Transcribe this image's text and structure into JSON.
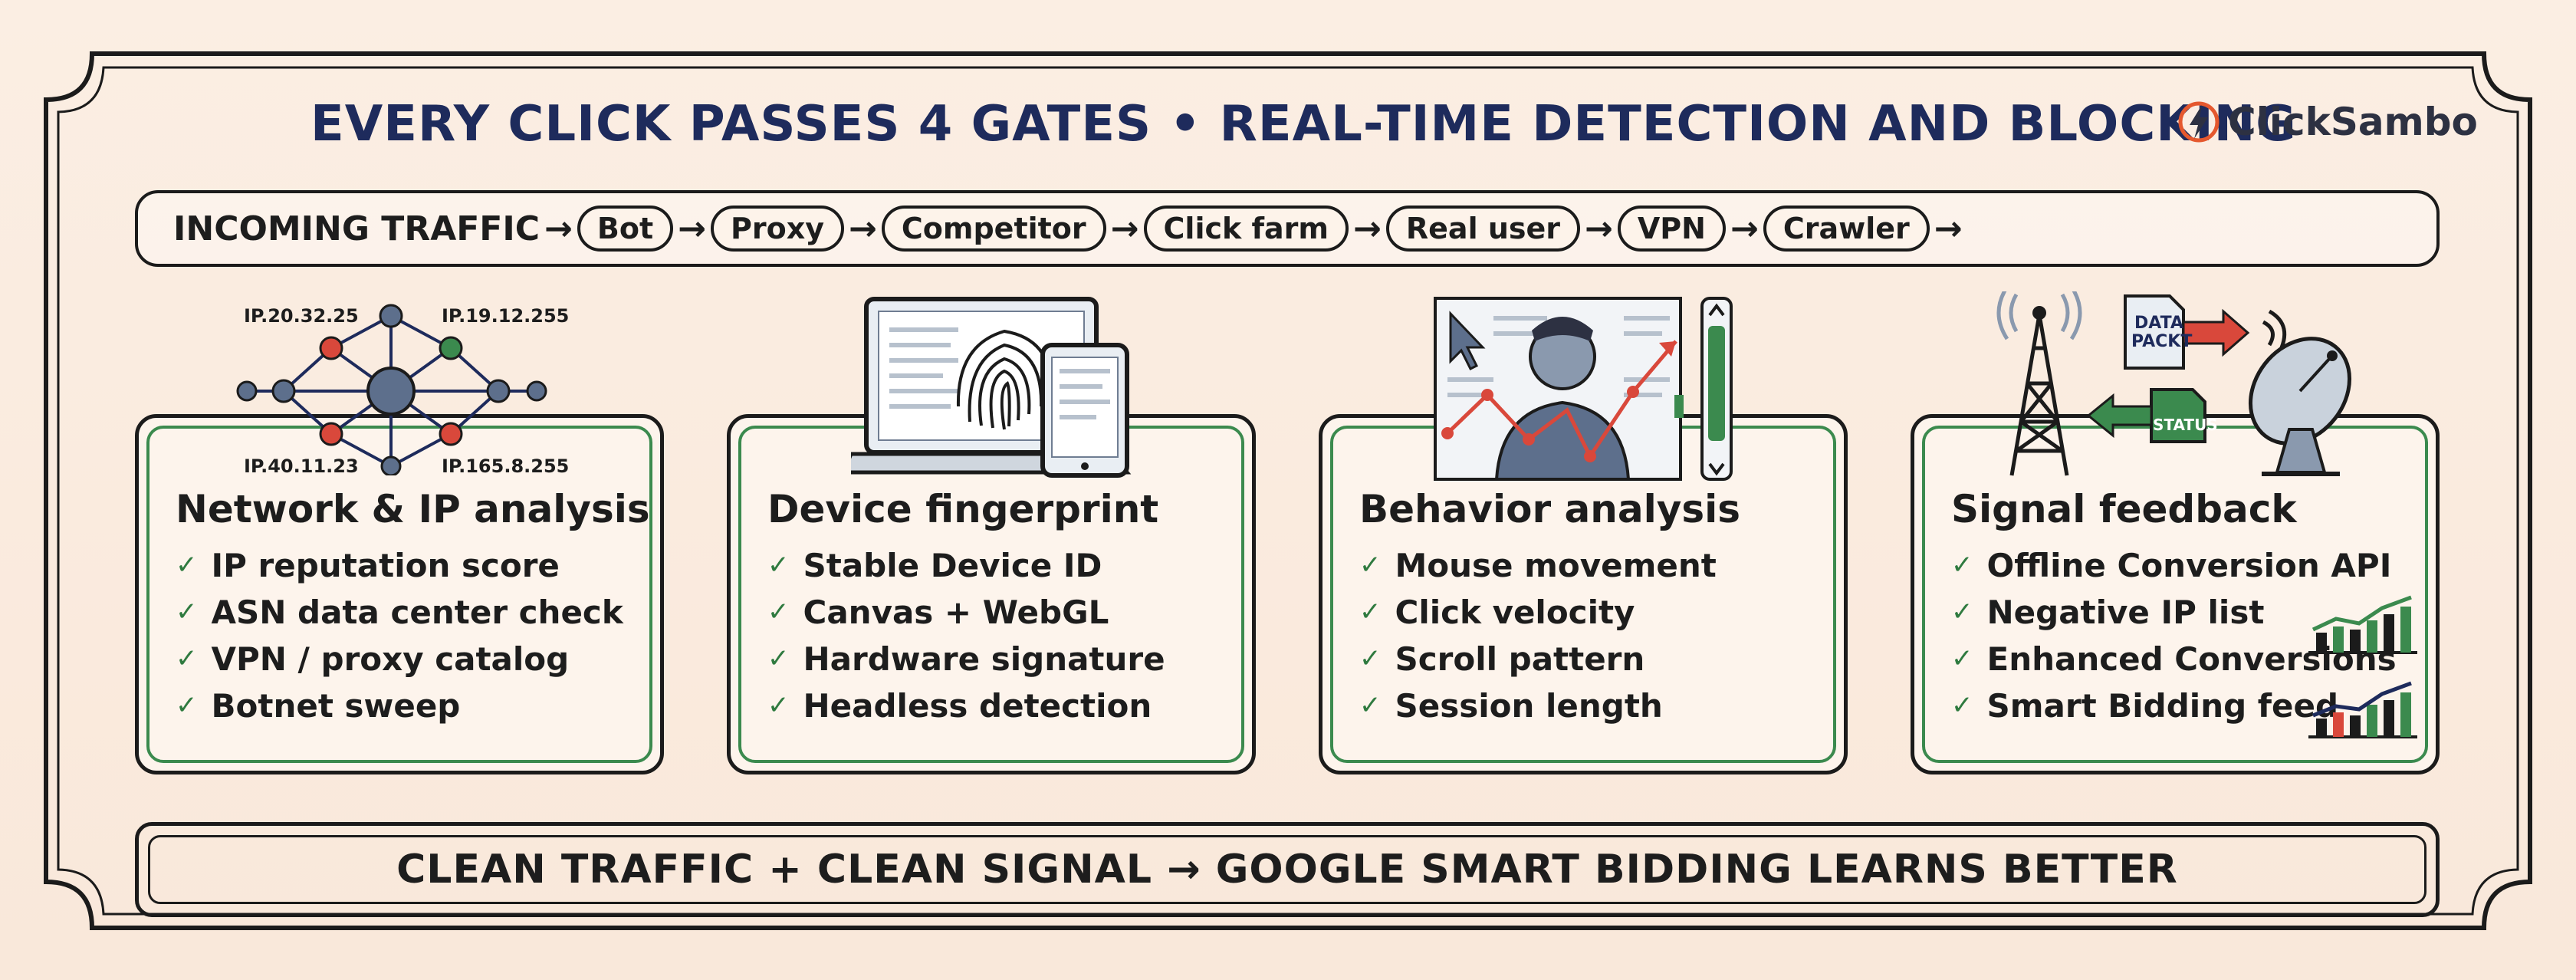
{
  "title": "EVERY CLICK PASSES 4 GATES • REAL-TIME DETECTION AND BLOCKING",
  "logo": {
    "text": "ClickSambo",
    "icon": "bolt-logo-icon"
  },
  "traffic": {
    "label": "INCOMING TRAFFIC",
    "arrow": "→",
    "chips": [
      "Bot",
      "Proxy",
      "Competitor",
      "Click farm",
      "Real user",
      "VPN",
      "Crawler"
    ]
  },
  "network_illustration": {
    "ips": [
      "IP.20.32.25",
      "IP.19.12.255",
      "IP.40.11.23",
      "IP.165.8.255"
    ]
  },
  "signal_illustration": {
    "packet_label": "DATA PACKT",
    "status_label": "STATUS"
  },
  "cards": [
    {
      "title": "Network & IP analysis",
      "items": [
        "IP reputation score",
        "ASN data center check",
        "VPN / proxy catalog",
        "Botnet sweep"
      ]
    },
    {
      "title": "Device fingerprint",
      "items": [
        "Stable Device ID",
        "Canvas + WebGL",
        "Hardware signature",
        "Headless detection"
      ]
    },
    {
      "title": "Behavior analysis",
      "items": [
        "Mouse movement",
        "Click velocity",
        "Scroll pattern",
        "Session length"
      ]
    },
    {
      "title": "Signal feedback",
      "items": [
        "Offline Conversion API",
        "Negative IP list",
        "Enhanced Conversions",
        "Smart Bidding feed"
      ]
    }
  ],
  "check_mark": "✓",
  "footer": {
    "text": "CLEAN TRAFFIC + CLEAN SIGNAL → GOOGLE SMART BIDDING LEARNS BETTER"
  },
  "colors": {
    "title": "#1e2b5c",
    "accent_green": "#3b8a4e",
    "accent_red": "#d9483b",
    "ink": "#1b1b1b"
  }
}
